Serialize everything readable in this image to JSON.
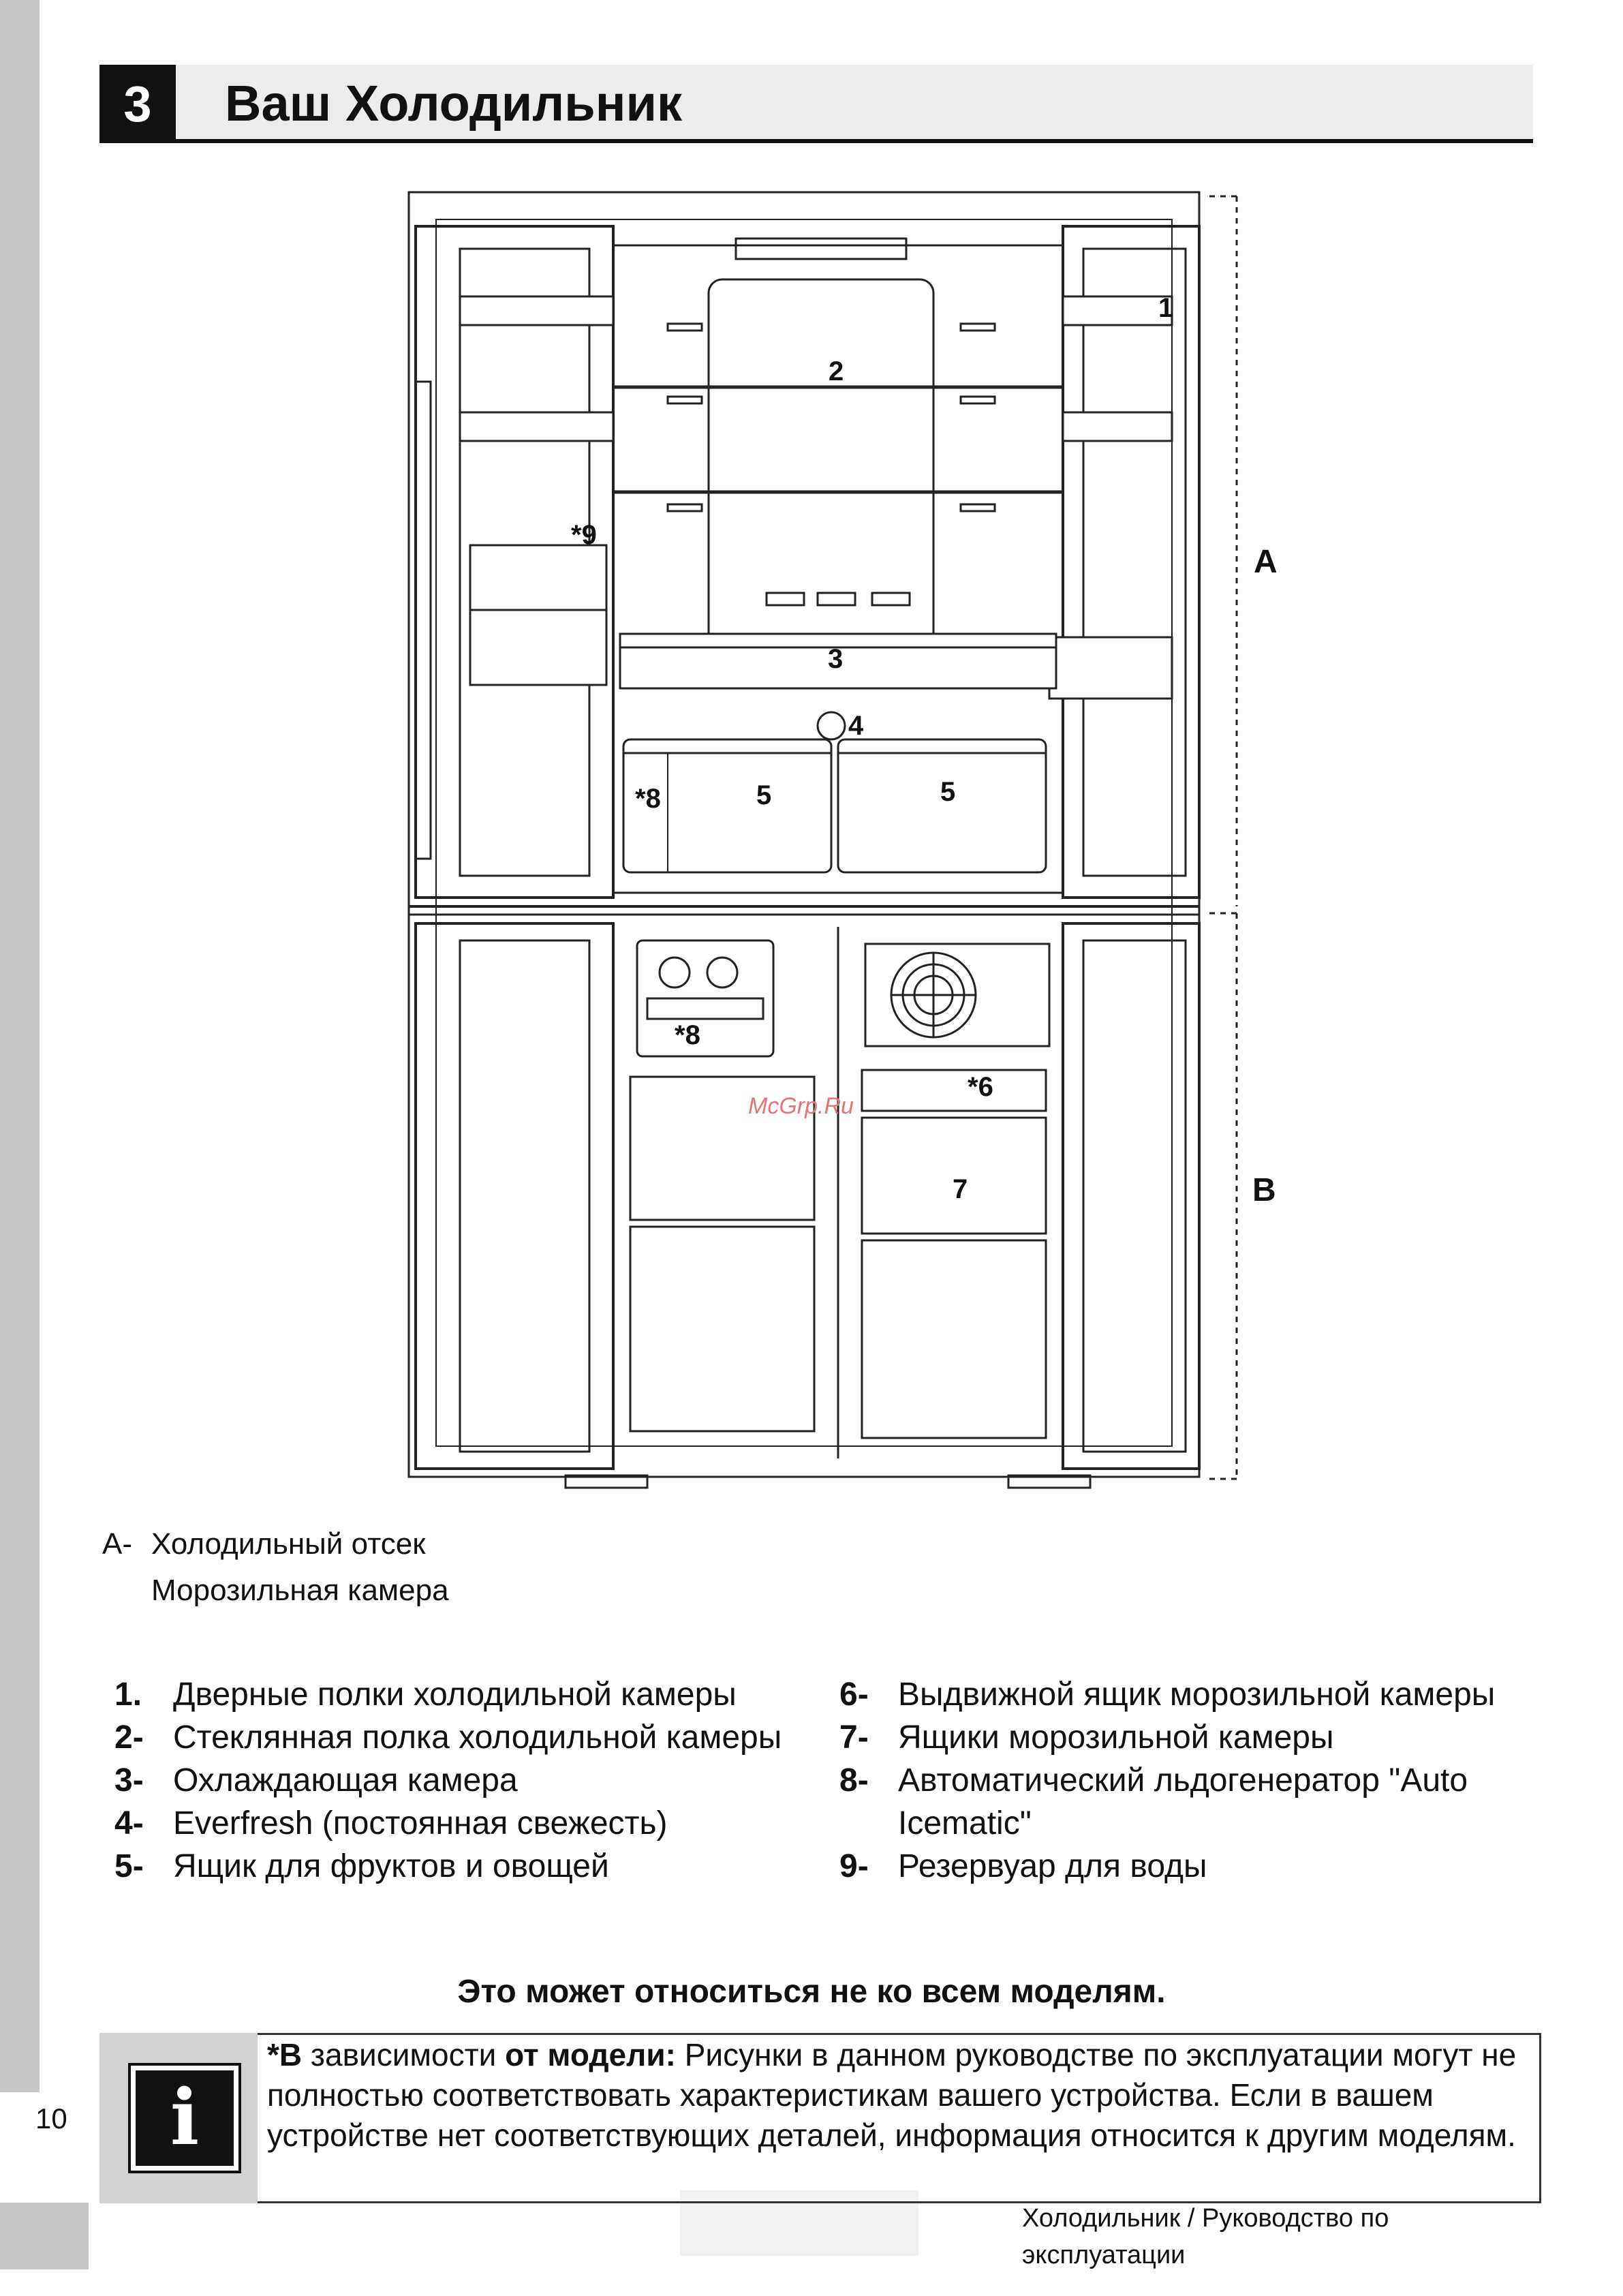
{
  "header": {
    "section_number": "3",
    "title": "Ваш Холодильник"
  },
  "diagram": {
    "callouts": {
      "c1": "1",
      "c2": "2",
      "c3": "3",
      "c4": "4",
      "c5a": "5",
      "c5b": "5",
      "c6": "*6",
      "c7": "7",
      "c8a": "*8",
      "c8b": "*8",
      "c9": "*9",
      "sectionA": "A",
      "sectionB": "B"
    },
    "watermark": "McGrp.Ru"
  },
  "legend_ab": [
    {
      "key": "A-",
      "text": "Холодильный отсек"
    },
    {
      "key": "",
      "text": "Морозильная камера"
    }
  ],
  "parts_left": [
    {
      "num": "1.",
      "text": "Дверные полки холодильной камеры"
    },
    {
      "num": "2-",
      "text": "Стеклянная полка холодильной камеры"
    },
    {
      "num": "3-",
      "text": "Охлаждающая камера"
    },
    {
      "num": "4-",
      "text": "Everfresh (постоянная свежесть)"
    },
    {
      "num": "5-",
      "text": "Ящик для фруктов и овощей"
    }
  ],
  "parts_right": [
    {
      "num": "6-",
      "text": "Выдвижной ящик морозильной камеры"
    },
    {
      "num": "7-",
      "text": "Ящики морозильной камеры"
    },
    {
      "num": "8-",
      "text": "Автоматический льдогенератор \"Auto Icematic\""
    },
    {
      "num": "9-",
      "text": "Резервуар для воды"
    }
  ],
  "note_title": "Это может относиться не ко всем моделям.",
  "info": {
    "bold_lead_1": "*В",
    "plain_1": " зависимости ",
    "bold_lead_2": "от модели:",
    "body": " Рисунки в данном руководстве по эксплуатации могут не полностью соответствовать характеристикам вашего устройства. Если в вашем устройстве нет соответствующих деталей, информация относится к другим моделям.",
    "icon": "info-icon"
  },
  "page_number": "10",
  "footer": "Холодильник / Руководство по эксплуатации"
}
